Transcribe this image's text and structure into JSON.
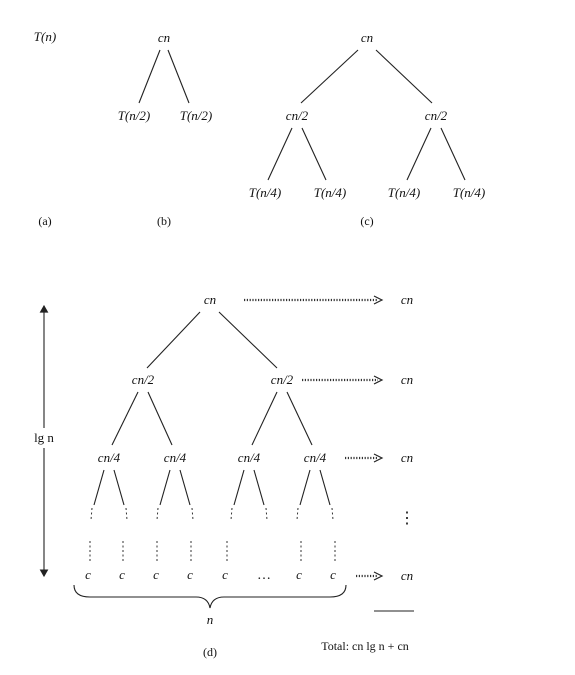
{
  "panel_a": {
    "node": "T(n)",
    "caption": "(a)"
  },
  "panel_b": {
    "root": "cn",
    "children": [
      "T(n/2)",
      "T(n/2)"
    ],
    "caption": "(b)"
  },
  "panel_c": {
    "root": "cn",
    "level1": [
      "cn/2",
      "cn/2"
    ],
    "level2": [
      "T(n/4)",
      "T(n/4)",
      "T(n/4)",
      "T(n/4)"
    ],
    "caption": "(c)"
  },
  "panel_d": {
    "root": "cn",
    "level1": [
      "cn/2",
      "cn/2"
    ],
    "level2": [
      "cn/4",
      "cn/4",
      "cn/4",
      "cn/4"
    ],
    "leaves": [
      "c",
      "c",
      "c",
      "c",
      "c",
      "…",
      "c",
      "c"
    ],
    "height_label": "lg n",
    "width_label": "n",
    "row_costs": [
      "cn",
      "cn",
      "cn",
      "⋮",
      "cn"
    ],
    "total": "Total: cn lg n + cn",
    "caption": "(d)"
  }
}
